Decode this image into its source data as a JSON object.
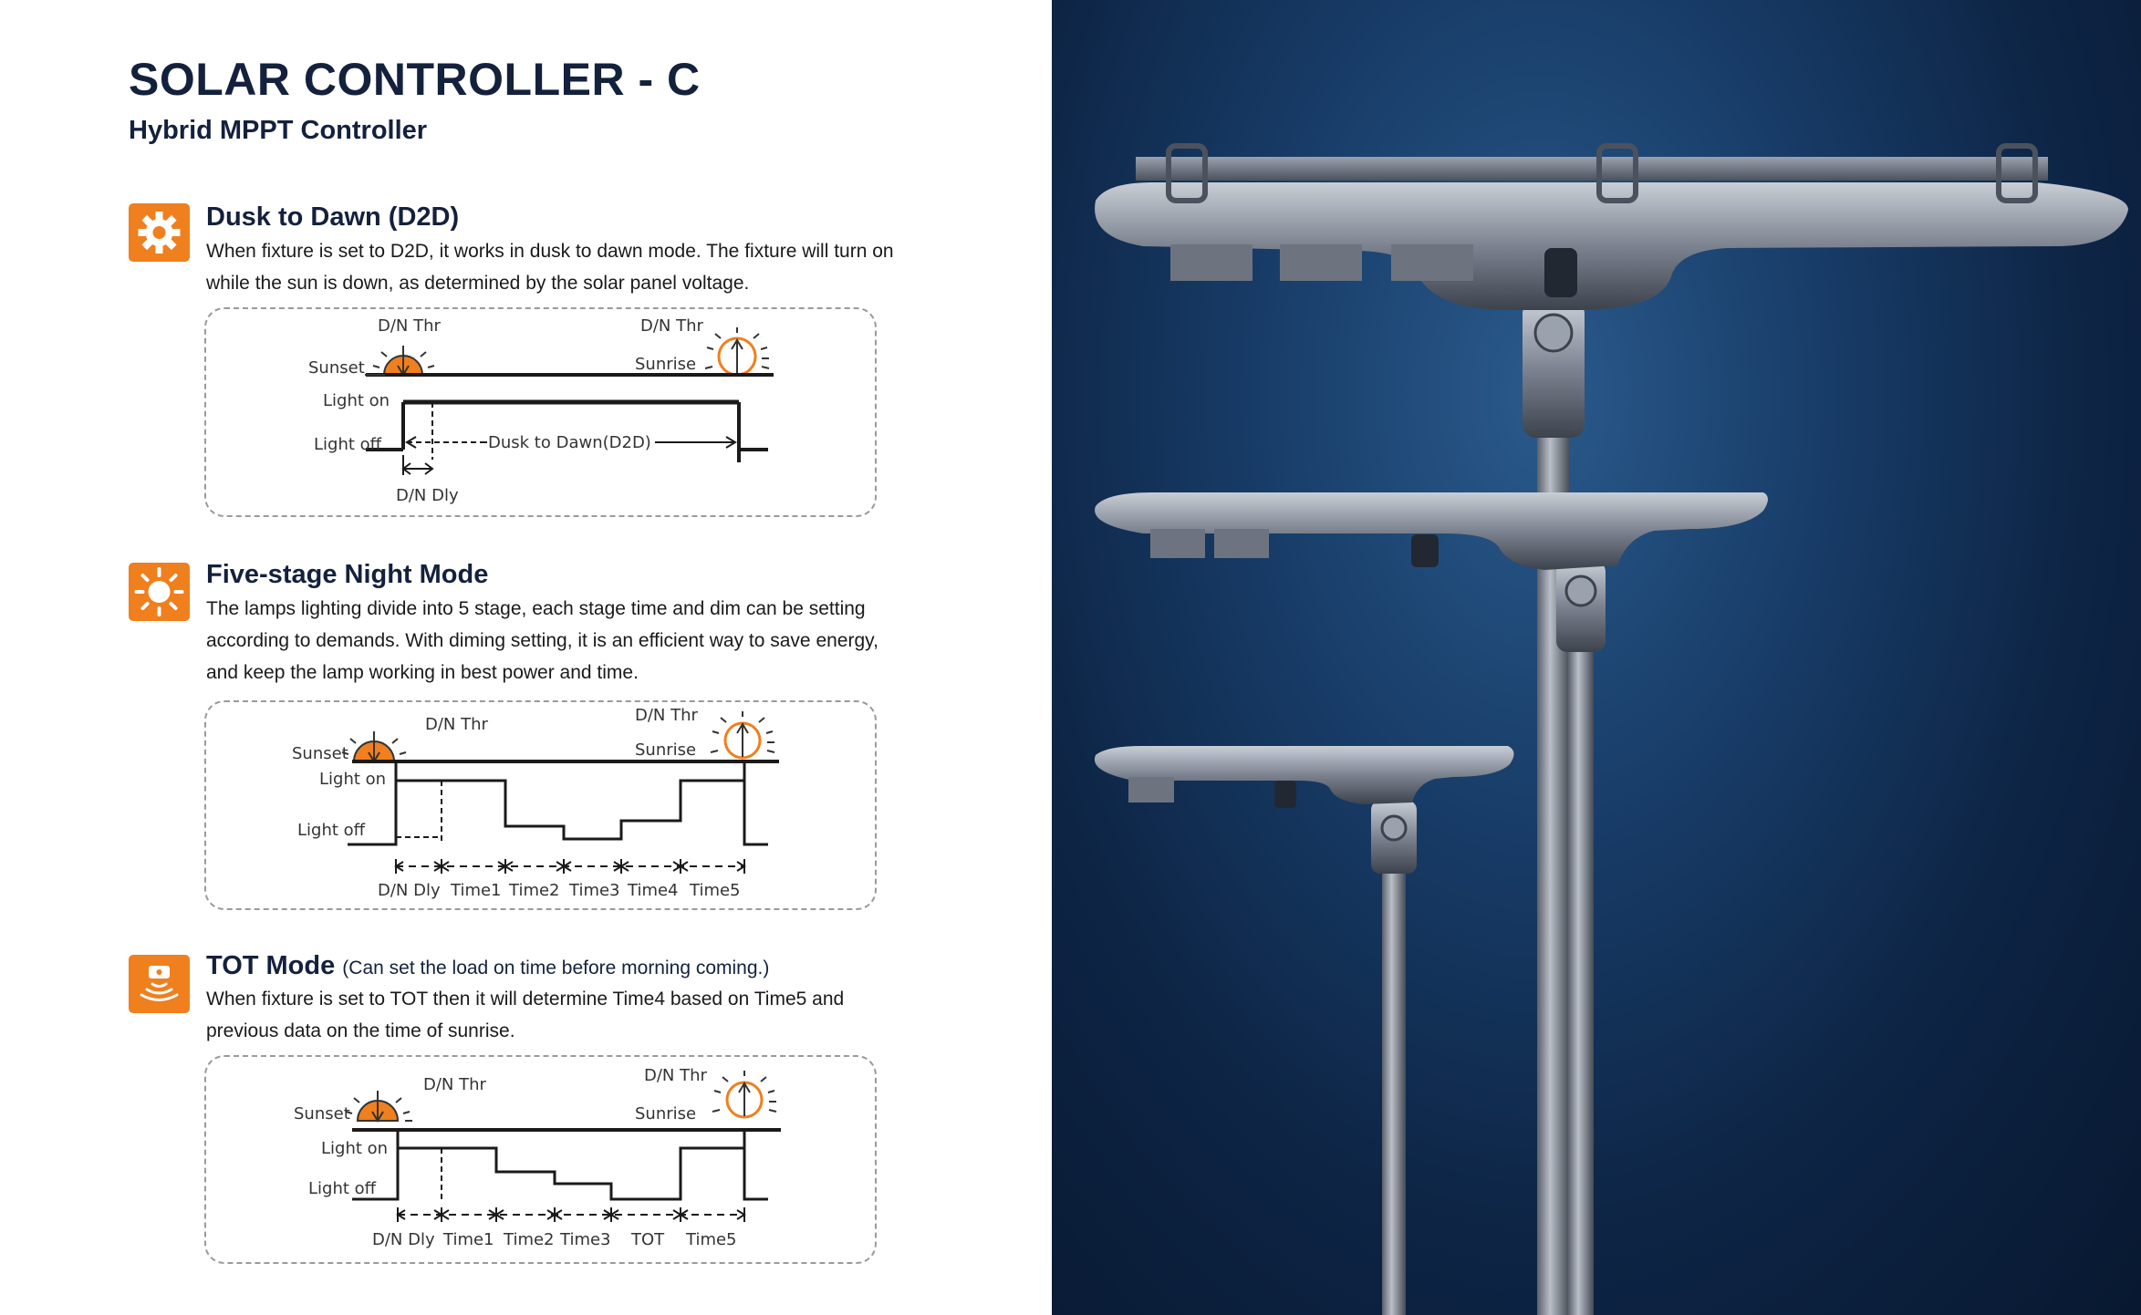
{
  "header": {
    "title": "SOLAR CONTROLLER - C",
    "subtitle": "Hybrid MPPT Controller"
  },
  "sections": [
    {
      "icon": "gear-icon",
      "title": "Dusk to Dawn (D2D)",
      "description": "When fixture is set to D2D, it works in dusk to dawn mode. The fixture will turn on while the sun is down, as determined by the solar panel voltage.",
      "diagram": {
        "dn_thr_left": "D/N Thr",
        "dn_thr_right": "D/N Thr",
        "sunset": "Sunset",
        "sunrise": "Sunrise",
        "light_on": "Light on",
        "light_off": "Light off",
        "d2d": "Dusk to Dawn(D2D)",
        "dn_dly": "D/N Dly"
      }
    },
    {
      "icon": "sun-icon",
      "title": "Five-stage Night Mode",
      "description": "The lamps lighting divide into 5 stage, each stage time and dim can be setting according to demands. With diming setting, it is an efficient way to save energy, and keep the lamp working in best power and time.",
      "diagram": {
        "dn_thr_left": "D/N Thr",
        "dn_thr_right": "D/N Thr",
        "sunset": "Sunset",
        "sunrise": "Sunrise",
        "light_on": "Light on",
        "light_off": "Light off",
        "times": [
          "D/N Dly",
          "Time1",
          "Time2",
          "Time3",
          "Time4",
          "Time5"
        ]
      }
    },
    {
      "icon": "sensor-icon",
      "title": "TOT Mode",
      "note": "(Can set the load on time before morning coming.)",
      "description": "When fixture is set to TOT then it will determine Time4 based on Time5 and previous data on the time of sunrise.",
      "diagram": {
        "dn_thr_left": "D/N Thr",
        "dn_thr_right": "D/N Thr",
        "sunset": "Sunset",
        "sunrise": "Sunrise",
        "light_on": "Light on",
        "light_off": "Light off",
        "times": [
          "D/N Dly",
          "Time1",
          "Time2",
          "Time3",
          "TOT",
          "Time5"
        ]
      }
    }
  ],
  "colors": {
    "accent": "#f07f1e",
    "heading": "#14213d",
    "background_right": "#0d2444"
  }
}
